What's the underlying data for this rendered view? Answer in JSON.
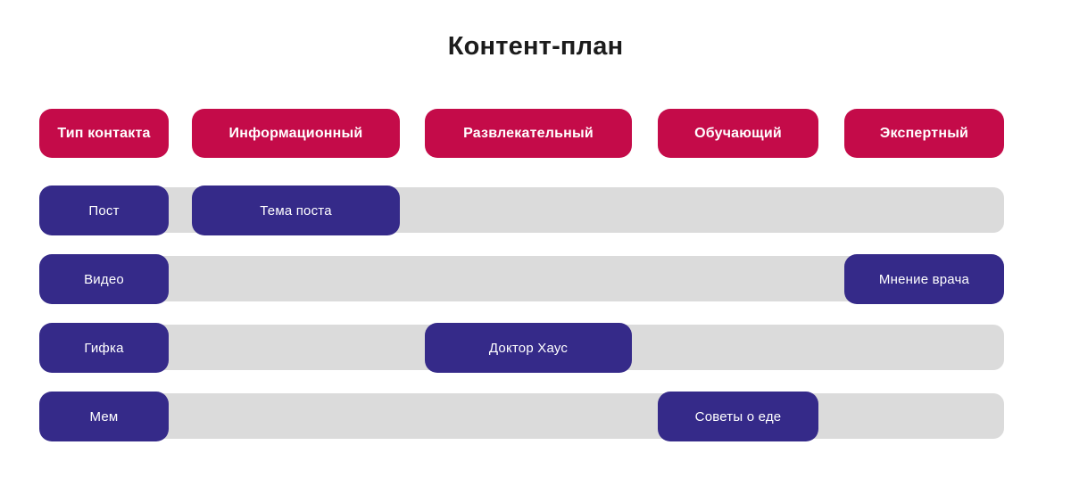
{
  "title": "Контент-план",
  "colors": {
    "header_pill": "#c40b49",
    "content_pill": "#352a89",
    "track": "#dbdbdb",
    "title_text": "#1c1c1c",
    "pill_text": "#ffffff",
    "background": "#ffffff"
  },
  "header": {
    "row_label": "Тип контакта",
    "columns": [
      "Информационный",
      "Развлекательный",
      "Обучающий",
      "Экспертный"
    ]
  },
  "rows": [
    {
      "label": "Пост",
      "cell": {
        "label": "Тема поста",
        "column": 1
      }
    },
    {
      "label": "Видео",
      "cell": {
        "label": "Мнение врача",
        "column": 4
      }
    },
    {
      "label": "Гифка",
      "cell": {
        "label": "Доктор Хаус",
        "column": 2
      }
    },
    {
      "label": "Мем",
      "cell": {
        "label": "Советы о еде",
        "column": 3
      }
    }
  ]
}
